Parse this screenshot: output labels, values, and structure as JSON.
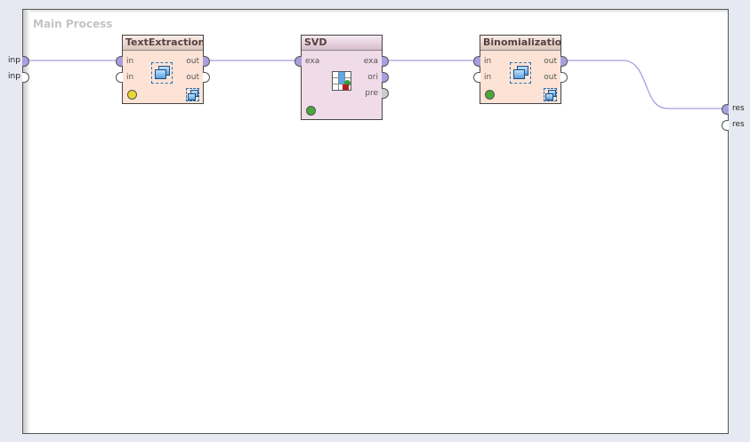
{
  "process": {
    "title": "Main Process",
    "inputs": [
      "inp",
      "inp"
    ],
    "outputs": [
      "res",
      "res"
    ]
  },
  "operators": [
    {
      "name": "TextExtraction...",
      "in": [
        "in",
        "in"
      ],
      "out": [
        "out",
        "out"
      ],
      "status": "yellow"
    },
    {
      "name": "SVD",
      "in": [
        "exa"
      ],
      "out": [
        "exa",
        "ori",
        "pre"
      ],
      "status": "green"
    },
    {
      "name": "Binomialization",
      "in": [
        "in",
        "in"
      ],
      "out": [
        "out",
        "out"
      ],
      "status": "green"
    }
  ],
  "colors": {
    "wire": "#a99ee0",
    "led_yellow": "#e8d830",
    "led_green": "#4aa838"
  }
}
